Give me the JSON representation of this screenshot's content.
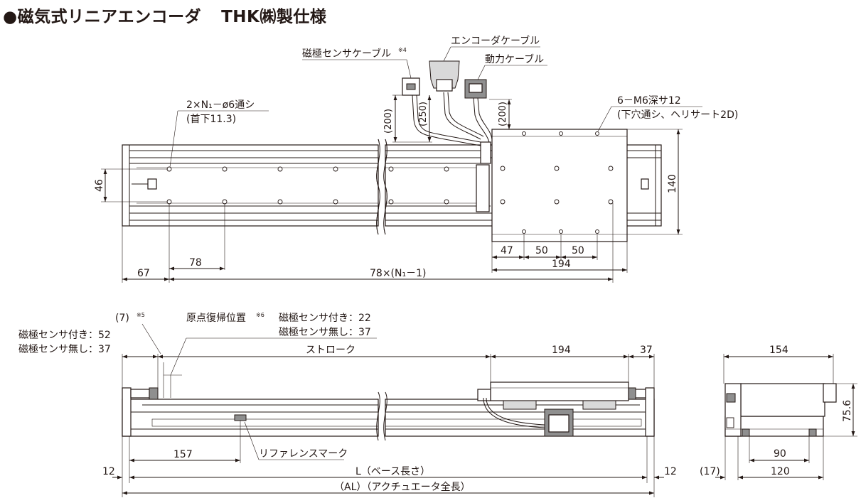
{
  "title": {
    "main": "●磁気式リニアエンコーダ",
    "maker": "THK㈱製仕様"
  },
  "top_view": {
    "cable_magnetic_sensor": "磁極センサケーブル",
    "note_4": "※4",
    "cable_encoder": "エンコーダケーブル",
    "cable_power": "動力ケーブル",
    "through_holes": "2×N₁－ø6通シ",
    "counterbore": "(首下11.3)",
    "tapped_holes": "6－M6深サ12",
    "tapped_holes_sub": "(下穴通シ、ヘリサート2D)",
    "dim_200_left": "(200)",
    "dim_250": "(250)",
    "dim_200_right": "(200)",
    "dim_46": "46",
    "dim_140": "140",
    "dim_67": "67",
    "dim_78": "78",
    "dim_pitch": "78×(N₁－1)",
    "dim_47": "47",
    "dim_50a": "50",
    "dim_50b": "50",
    "dim_194": "194"
  },
  "side_view": {
    "dim_7": "(7)",
    "note_5": "※5",
    "with_sensor_left": "磁極センサ付き：52",
    "without_sensor_left": "磁極センサ無し：37",
    "origin_return": "原点復帰位置",
    "note_6": "※6",
    "with_sensor_right": "磁極センサ付き：22",
    "without_sensor_right": "磁極センサ無し：37",
    "stroke": "ストローク",
    "dim_194": "194",
    "dim_37": "37",
    "dim_157": "157",
    "reference_mark": "リファレンスマーク",
    "dim_12_left": "12",
    "dim_12_right": "12",
    "base_length": "L（ベース長さ）",
    "overall_length": "（AL）（アクチュエータ全長）"
  },
  "end_view": {
    "dim_154": "154",
    "dim_75_6": "75.6",
    "dim_90": "90",
    "dim_17": "(17)",
    "dim_120": "120"
  }
}
